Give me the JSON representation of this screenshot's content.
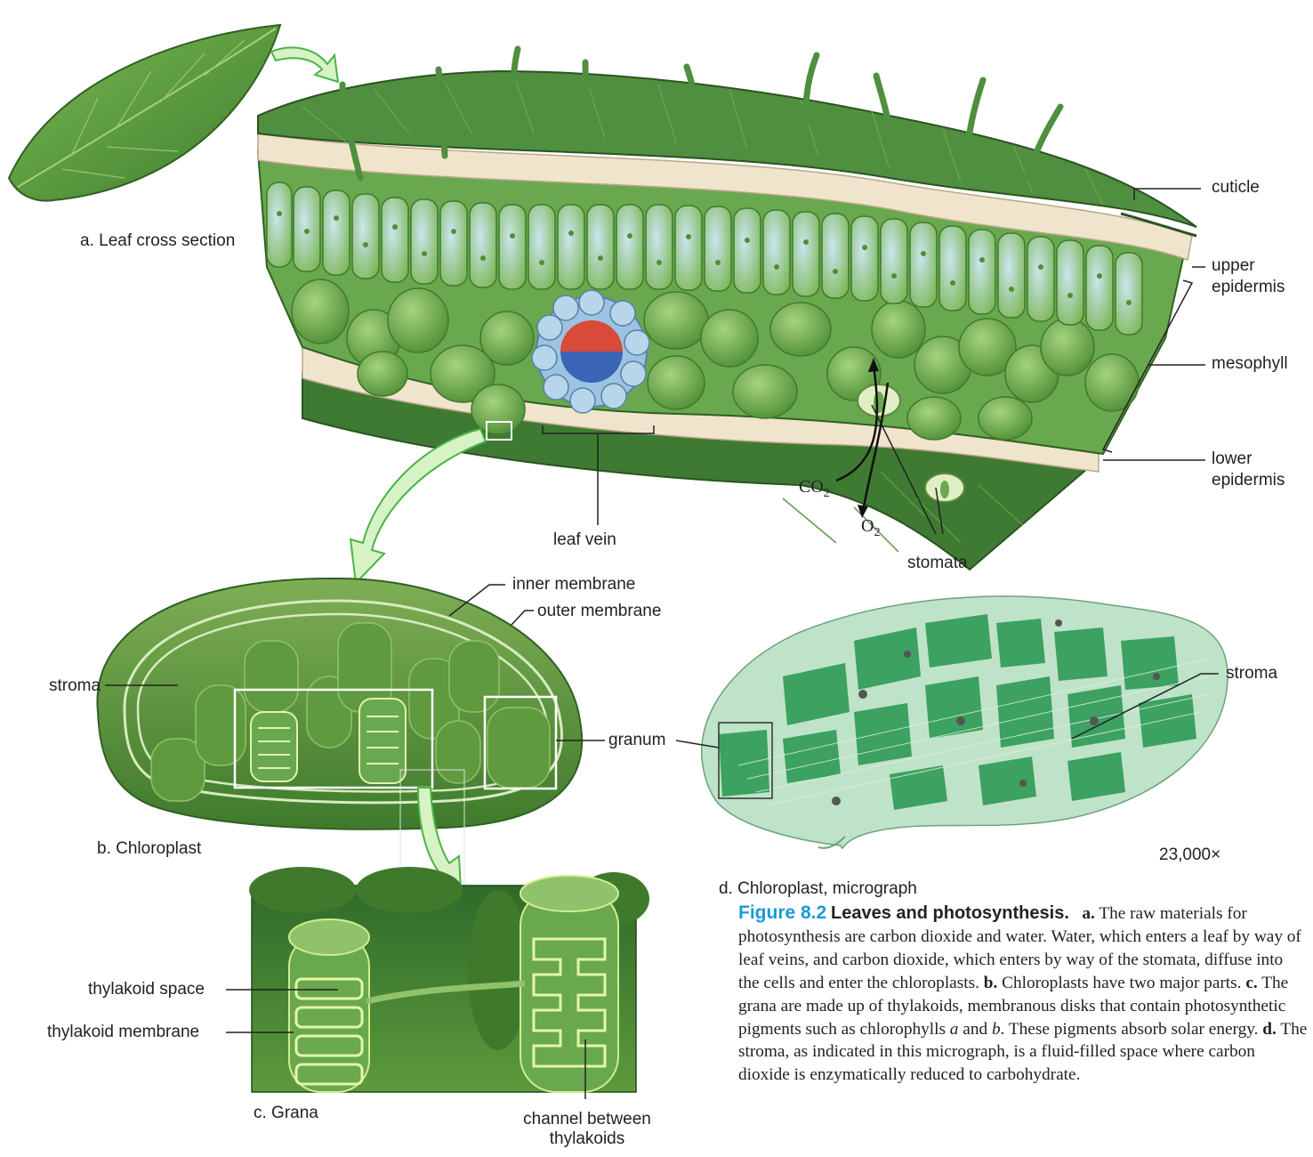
{
  "panels": {
    "a_label": "a. Leaf cross section",
    "b_label": "b. Chloroplast",
    "c_label": "c. Grana",
    "d_label": "d. Chloroplast, micrograph"
  },
  "leaf_labels": {
    "cuticle": "cuticle",
    "upper_epidermis_1": "upper",
    "upper_epidermis_2": "epidermis",
    "mesophyll": "mesophyll",
    "lower_epidermis_1": "lower",
    "lower_epidermis_2": "epidermis",
    "leaf_vein": "leaf vein",
    "stomata": "stomata",
    "co2_main": "CO",
    "co2_sub": "2",
    "o2_main": "O",
    "o2_sub": "2"
  },
  "chloroplast_labels": {
    "inner_membrane": "inner membrane",
    "outer_membrane": "outer membrane",
    "stroma": "stroma",
    "granum": "granum"
  },
  "grana_labels": {
    "thylakoid_space": "thylakoid space",
    "thylakoid_membrane": "thylakoid membrane",
    "channel_1": "channel between",
    "channel_2": "thylakoids"
  },
  "micrograph_labels": {
    "stroma": "stroma",
    "magnification": "23,000×"
  },
  "caption": {
    "figure_number": "Figure 8.2",
    "figure_title": "Leaves and photosynthesis.",
    "a_marker": "a.",
    "a_text": "The raw materials for photosynthesis are carbon dioxide and water. Water, which enters a leaf by way of leaf veins, and carbon dioxide, which enters by way of the stomata, diffuse into the cells and enter the chloroplasts.",
    "b_marker": "b.",
    "b_text": "Chloroplasts have two major parts.",
    "c_marker": "c.",
    "c_text_1": "The grana are made up of thylakoids, membranous disks that contain photosynthetic pigments such as chlorophylls",
    "c_chl_a": "a",
    "c_and": "and",
    "c_chl_b": "b",
    "c_text_2": ". These pigments absorb solar energy.",
    "d_marker": "d.",
    "d_text": "The stroma, as indicated in this micrograph, is a fluid-filled space where carbon dioxide is enzymatically reduced to carbohydrate."
  },
  "colors": {
    "leaf_dark": "#3f7f3a",
    "leaf_mid": "#6aa84f",
    "palisade": "#a8d28a",
    "cell_interior": "#c7e3ee",
    "epidermis": "#f1e4cc",
    "xylem": "#d94a3a",
    "phloem": "#3a64b5",
    "vein_sheath": "#9cc3e0",
    "arrow_fill": "#d7f2c4",
    "arrow_stroke": "#49b547",
    "title_blue": "#1a9ad6"
  }
}
